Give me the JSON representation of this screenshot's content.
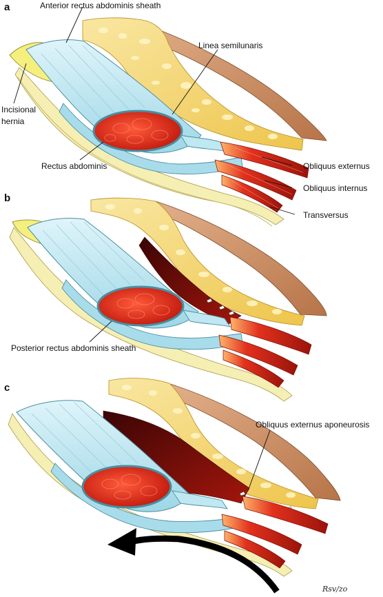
{
  "panels": [
    {
      "letter": "a"
    },
    {
      "letter": "b"
    },
    {
      "letter": "c"
    }
  ],
  "labels": {
    "anterior_sheath": "Anterior rectus abdominis sheath",
    "linea_semilunaris": "Linea semilunaris",
    "incisional_hernia_line1": "Incisional",
    "incisional_hernia_line2": "hernia",
    "rectus_abdominis": "Rectus abdominis",
    "obliquus_externus": "Obliquus externus",
    "obliquus_internus": "Obliquus internus",
    "transversus": "Transversus",
    "posterior_sheath": "Posterior rectus abdominis sheath",
    "obliquus_externus_aponeurosis": "Obliquus externus aponeurosis"
  },
  "signature": "Rsv/zo",
  "colors": {
    "fascia": "#bfe8f2",
    "fascia_edge": "#4a8ea0",
    "muscle": "#e2311d",
    "fat": "#f6dc72",
    "skin": "#cc8c62",
    "hernia_sac": "#f5ef8a",
    "peritoneum": "#f4edb0"
  }
}
